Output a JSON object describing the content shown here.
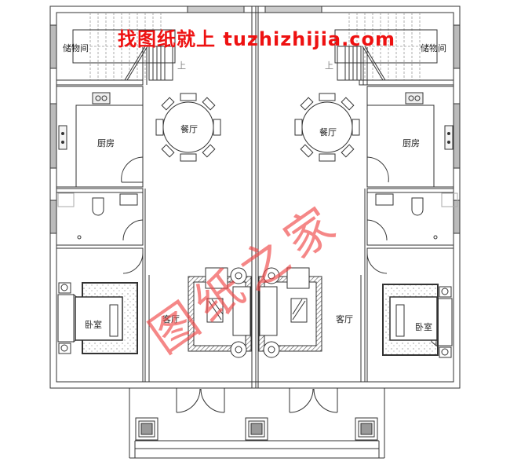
{
  "watermark": {
    "top_text": "找图纸就上 tuzhizhijia.com",
    "diagonal_text": "图纸之家",
    "color": "#ee1111"
  },
  "rooms": {
    "storage_left": "储物间",
    "storage_right": "储物间",
    "stair_up_left": "上",
    "stair_up_right": "上",
    "kitchen_left": "厨房",
    "kitchen_right": "厨房",
    "dining_left": "餐厅",
    "dining_right": "餐厅",
    "living_left": "客厅",
    "living_right": "客厅",
    "bedroom_left": "卧室",
    "bedroom_right": "卧室"
  },
  "colors": {
    "wall": "#333333",
    "line": "#555555",
    "hatch": "#888888",
    "pillar_fill": "#999999"
  }
}
